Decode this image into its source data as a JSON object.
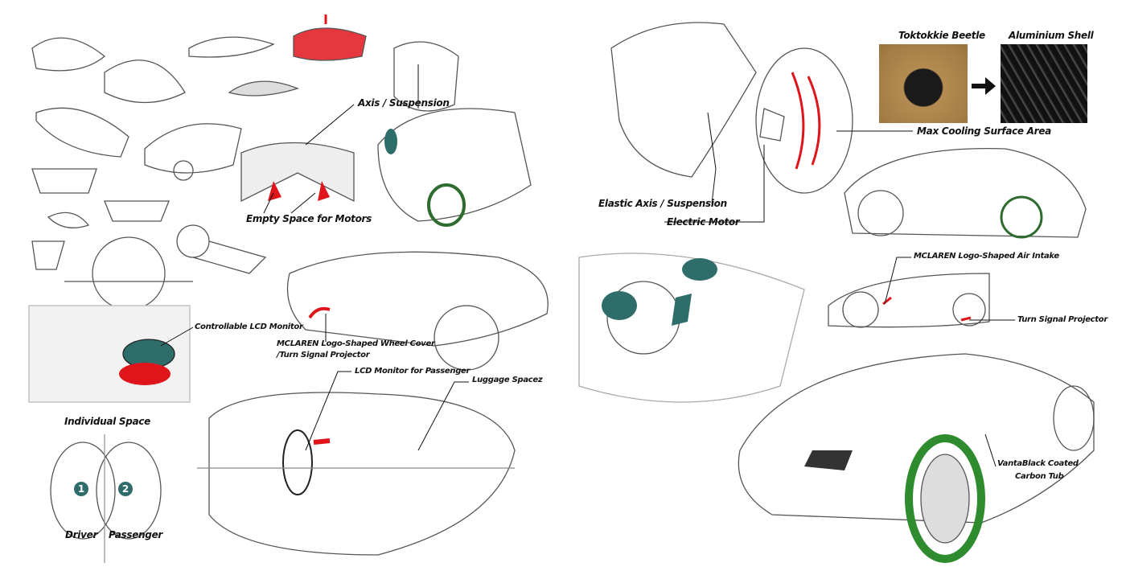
{
  "labels": {
    "axis_suspension": "Axis / Suspension",
    "empty_space_motors": "Empty Space for Motors",
    "controllable_lcd": "Controllable LCD Monitor",
    "wheel_cover_line1": "MCLAREN Logo-Shaped Wheel Cover",
    "wheel_cover_line2": "/Turn Signal Projector",
    "lcd_passenger": "LCD Monitor for Passenger",
    "luggage": "Luggage Spacez",
    "individual_space": "Individual Space",
    "driver": "Driver",
    "passenger": "Passenger",
    "seat_1": "1",
    "seat_2": "2",
    "beetle": "Toktokkie Beetle",
    "aluminium_shell": "Aluminium Shell",
    "max_cooling": "Max Cooling Surface Area",
    "elastic_axis": "Elastic Axis / Suspension",
    "electric_motor": "Electric Motor",
    "air_intake": "MCLAREN Logo-Shaped Air Intake",
    "turn_signal": "Turn Signal Projector",
    "vantablack_line1": "VantaBlack Coated",
    "vantablack_line2": "Carbon Tub"
  },
  "colors": {
    "accent_red": "#e0141b",
    "accent_green": "#2e6b2e",
    "teal": "#2f6d6b",
    "sketch": "#555555"
  }
}
